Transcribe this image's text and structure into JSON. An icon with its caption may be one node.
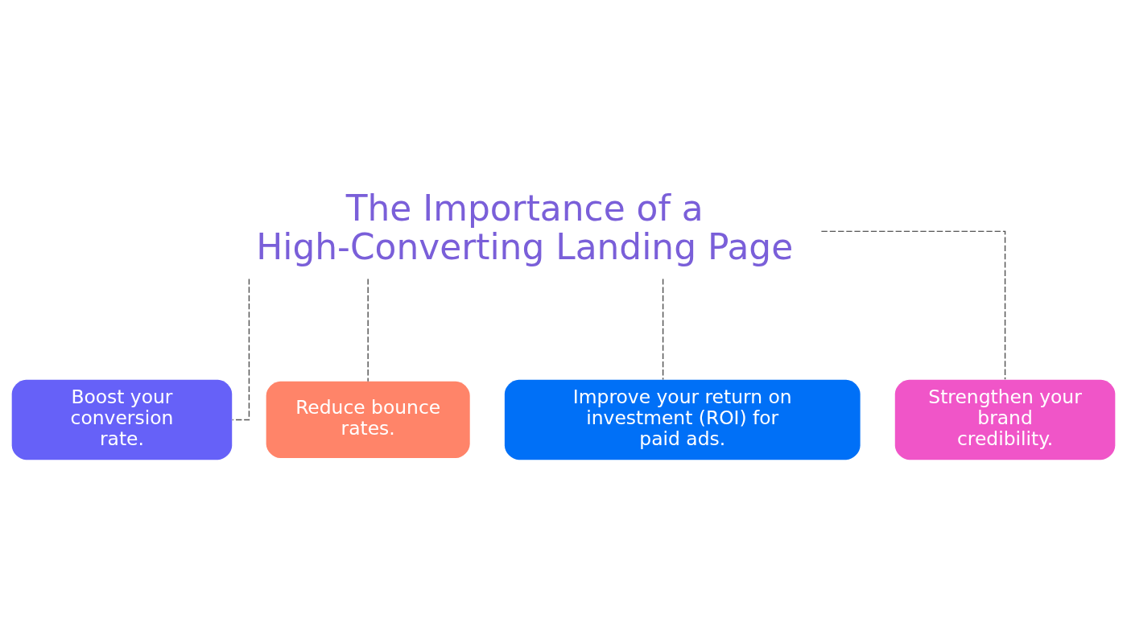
{
  "diagram": {
    "nodes": [
      {
        "text": [
          "The Importance of a High-Converting Landing Page"
        ]
      },
      {
        "text": [
          "Boost your conversion rate."
        ]
      },
      {
        "text": [
          "Reduce bounce rates."
        ]
      },
      {
        "text": [
          "Improve your return on investment (ROI) for paid ads."
        ]
      },
      {
        "text": [
          "Strengthen your brand credibility."
        ]
      }
    ],
    "edges": [
      {
        "from": 0,
        "to": 1,
        "arrow": "none",
        "style": "dashed"
      },
      {
        "from": 0,
        "to": 2,
        "arrow": "none",
        "style": "dashed"
      },
      {
        "from": 0,
        "to": 3,
        "arrow": "none",
        "style": "dashed"
      },
      {
        "from": 0,
        "to": 4,
        "arrow": "none",
        "style": "dashed"
      }
    ]
  }
}
